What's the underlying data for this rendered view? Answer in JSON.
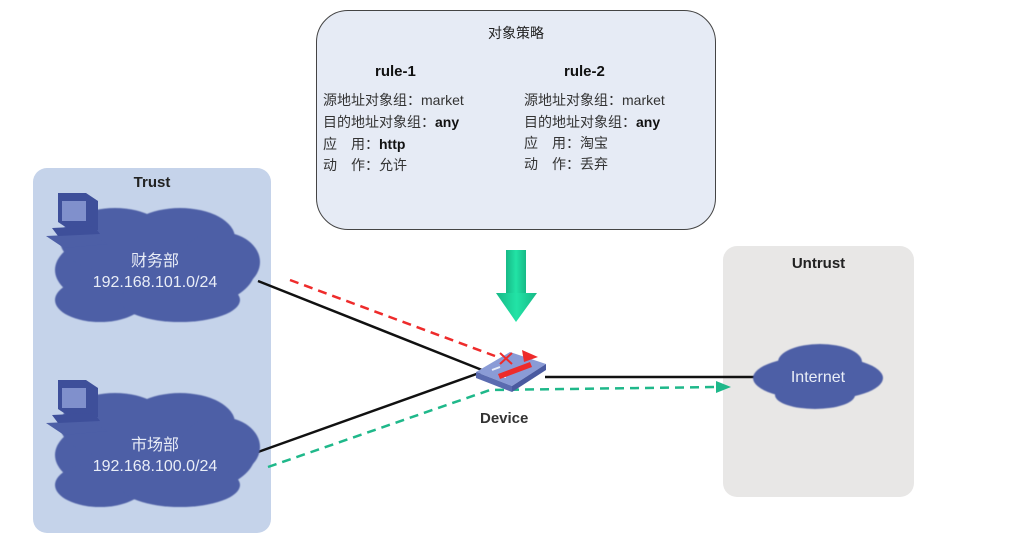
{
  "policy": {
    "title": "对象策略",
    "rules": [
      {
        "name": "rule-1",
        "fields": [
          {
            "label": "源地址对象组：",
            "value": "market",
            "bold": false
          },
          {
            "label": "目的地址对象组：",
            "value": "any",
            "bold": true
          },
          {
            "label": "应　用：",
            "value": "http",
            "bold": true
          },
          {
            "label": "动　作：",
            "value": "允许",
            "bold": false
          }
        ]
      },
      {
        "name": "rule-2",
        "fields": [
          {
            "label": "源地址对象组：",
            "value": "market",
            "bold": false
          },
          {
            "label": "目的地址对象组：",
            "value": "any",
            "bold": true
          },
          {
            "label": "应　用：",
            "value": "淘宝",
            "bold": false
          },
          {
            "label": "动　作：",
            "value": "丢弃",
            "bold": false
          }
        ]
      }
    ]
  },
  "zones": {
    "trust": {
      "title": "Trust",
      "networks": [
        {
          "name": "财务部",
          "subnet": "192.168.101.0/24"
        },
        {
          "name": "市场部",
          "subnet": "192.168.100.0/24"
        }
      ]
    },
    "untrust": {
      "title": "Untrust",
      "networks": [
        {
          "name": "Internet"
        }
      ]
    }
  },
  "device": {
    "label": "Device"
  },
  "colors": {
    "trust_zone": "#c5d3ea",
    "untrust_zone": "#e8e7e6",
    "cloud": "#4d5fa6",
    "blocked_flow": "#ee2b2b",
    "allowed_flow": "#1fb88a",
    "policy_arrow": "#1fd39a"
  }
}
